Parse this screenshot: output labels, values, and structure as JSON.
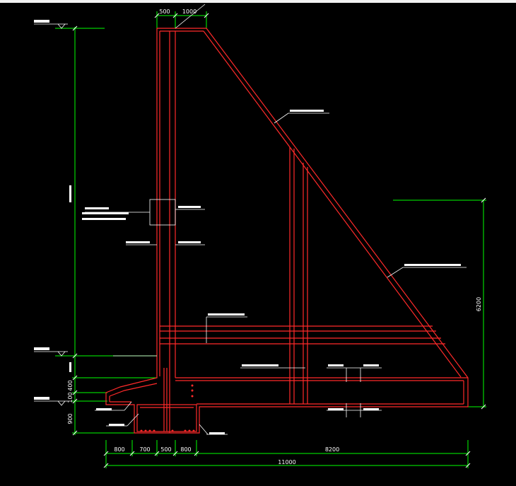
{
  "drawing": {
    "dims_top": [
      "500",
      "1000"
    ],
    "dims_bottom": [
      "800",
      "700",
      "500",
      "800",
      "8200"
    ],
    "dim_total": "11000",
    "dim_right": "6200",
    "dims_left": [
      "400",
      "100",
      "900"
    ],
    "colors": {
      "background": "#000000",
      "concrete_outline": "#ff2a2a",
      "dimension_lines": "#00ff00",
      "annotation": "#ffffff"
    }
  }
}
